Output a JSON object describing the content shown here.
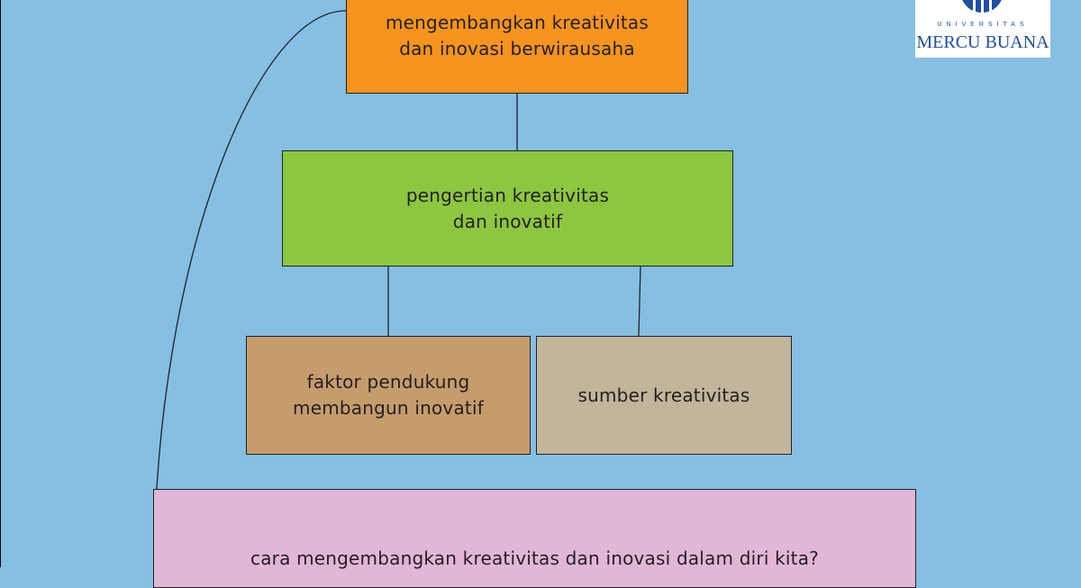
{
  "colors": {
    "background": "#85bfe3",
    "top_node": "#f7941d",
    "middle_node": "#8dc63f",
    "left_node": "#c69c6d",
    "right_node": "#c2b59b",
    "bottom_node": "#e2b6d7",
    "logo_blue": "#1f4fa0"
  },
  "nodes": {
    "top": "mengembangkan kreativitas\ndan inovasi berwirausaha",
    "middle": "pengertian kreativitas\ndan inovatif",
    "left": "faktor pendukung\nmembangun inovatif",
    "right": "sumber kreativitas",
    "bottom": "cara mengembangkan kreativitas dan inovasi dalam diri kita?"
  },
  "logo": {
    "small_text": "UNIVERSITAS",
    "main_text": "MERCU BUANA",
    "icon": "university-emblem-icon"
  }
}
